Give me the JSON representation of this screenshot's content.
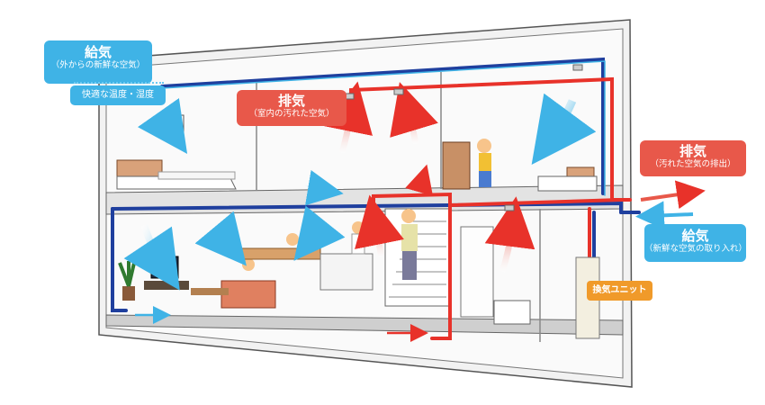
{
  "callouts": {
    "supply_top_left": {
      "title": "給気",
      "sub": "（外からの新鮮な空気）",
      "sub2": "快適な温度・湿度"
    },
    "exhaust_mid": {
      "title": "排気",
      "sub": "（室内の汚れた空気）"
    },
    "exhaust_right": {
      "title": "排気",
      "sub": "（汚れた空気の排出）"
    },
    "supply_right": {
      "title": "給気",
      "sub": "（新鮮な空気の取り入れ）"
    },
    "unit": {
      "label": "換気ユニット"
    }
  },
  "colors": {
    "supply": "#3fb3e6",
    "exhaust": "#e8584a",
    "unit": "#f09a2a",
    "duct_blue": "#1f3f9e",
    "duct_red": "#e8322a",
    "wall": "#eeeeee",
    "outline": "#555555"
  }
}
